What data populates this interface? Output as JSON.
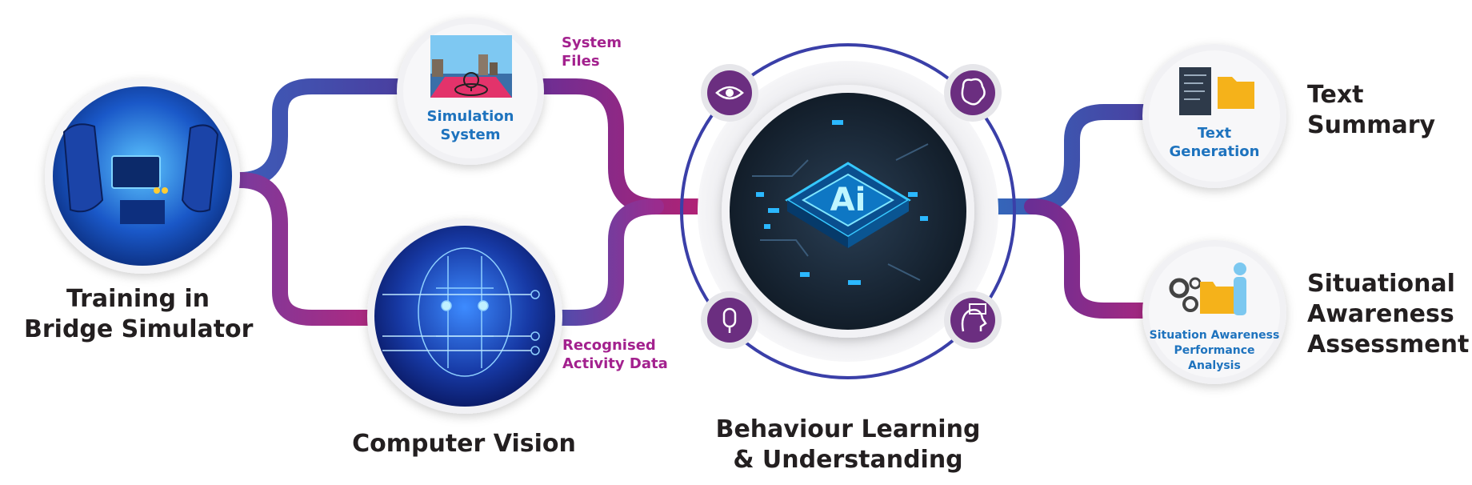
{
  "nodes": {
    "bridge": {
      "label_lines": [
        "Training in",
        "Bridge Simulator"
      ]
    },
    "simulation": {
      "label_lines": [
        "Simulation",
        "System"
      ]
    },
    "vision": {
      "label_lines": [
        "Computer Vision"
      ]
    },
    "ai": {
      "chip_text": "Ai",
      "label_lines": [
        "Behaviour Learning",
        "& Understanding"
      ]
    },
    "textgen": {
      "label_lines": [
        "Text",
        "Generation"
      ]
    },
    "situation": {
      "label_lines": [
        "Situation Awareness",
        "Performance",
        "Analysis"
      ]
    }
  },
  "flows": {
    "system_files": [
      "System",
      "Files"
    ],
    "activity_data": [
      "Recognised",
      "Activity Data"
    ]
  },
  "outputs": {
    "text_summary": [
      "Text",
      "Summary"
    ],
    "assessment": [
      "Situational",
      "Awareness",
      "Assessment"
    ]
  },
  "colors": {
    "blue": "#2f5fb8",
    "purple": "#6b2a8f",
    "magenta": "#a3218e",
    "dark_text": "#231f20",
    "label_blue": "#1e73be",
    "ring": "#3a3fa8"
  }
}
